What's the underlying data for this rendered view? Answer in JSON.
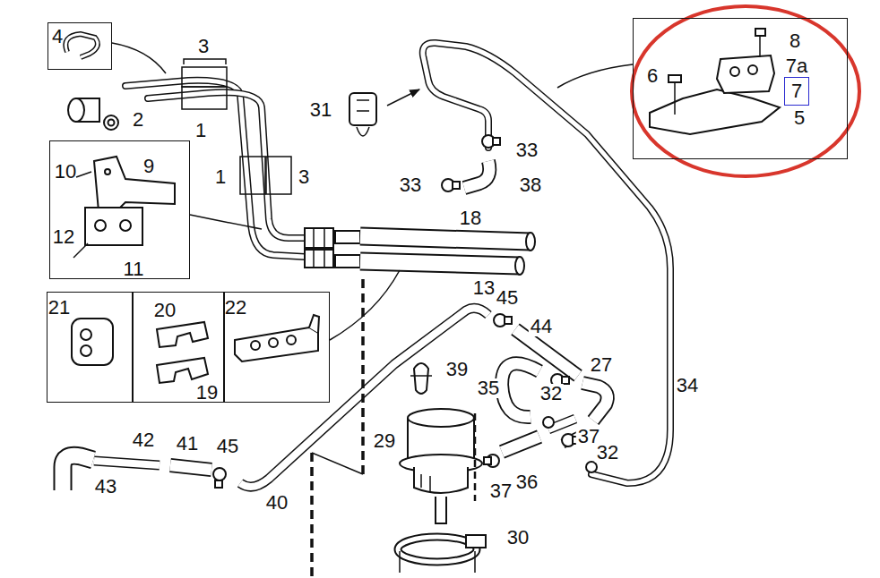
{
  "diagram": {
    "nodes": [
      {
        "text": [
          "4"
        ]
      },
      {
        "text": [
          "8",
          "6",
          "7a",
          "5"
        ]
      },
      {
        "text": [
          "7"
        ],
        "in": 1
      },
      {
        "text": [
          "10",
          "9",
          "12",
          "11"
        ]
      },
      {
        "text": [
          "21"
        ]
      },
      {
        "text": [
          "20",
          "19"
        ]
      },
      {
        "text": [
          "22"
        ]
      }
    ],
    "labels": [
      "3",
      "1",
      "2",
      "1",
      "3",
      "31",
      "33",
      "33",
      "38",
      "18",
      "13",
      "45",
      "44",
      "27",
      "34",
      "39",
      "35",
      "32",
      "29",
      "37",
      "32",
      "36",
      "37",
      "30",
      "42",
      "41",
      "45",
      "43",
      "40"
    ]
  }
}
